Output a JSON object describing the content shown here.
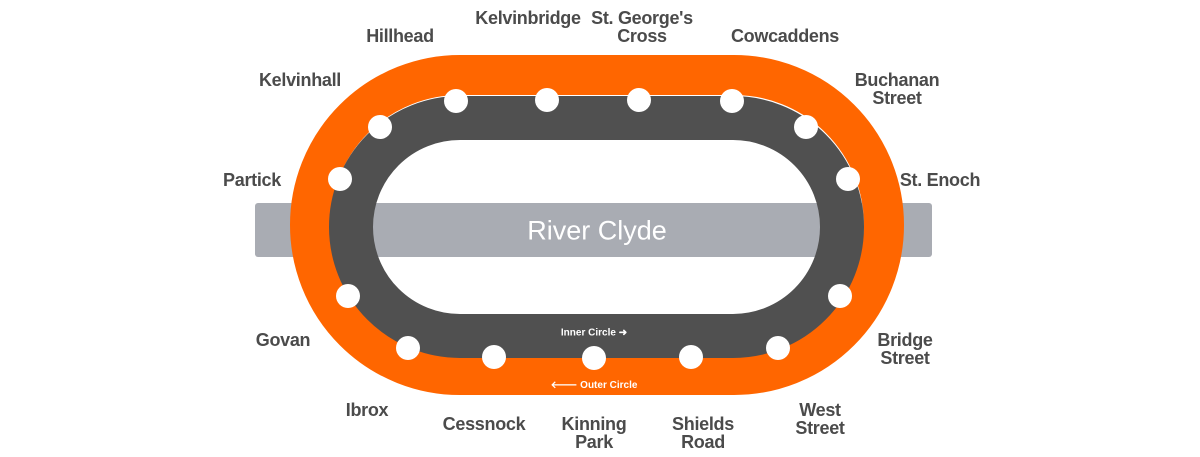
{
  "river": {
    "label": "River Clyde"
  },
  "directions": {
    "inner": "Inner Circle ➜",
    "outer": "🡐 Outer Circle"
  },
  "colors": {
    "outer_line": "#ff6600",
    "inner_line": "#505050",
    "river": "#a9acb3",
    "label": "#4b4b4b"
  },
  "stations": [
    {
      "name": "Hillhead"
    },
    {
      "name": "Kelvinbridge"
    },
    {
      "name": "St. George's\nCross"
    },
    {
      "name": "Cowcaddens"
    },
    {
      "name": "Kelvinhall"
    },
    {
      "name": "Buchanan\nStreet"
    },
    {
      "name": "Partick"
    },
    {
      "name": "St. Enoch"
    },
    {
      "name": "Govan"
    },
    {
      "name": "Bridge\nStreet"
    },
    {
      "name": "Ibrox"
    },
    {
      "name": "Cessnock"
    },
    {
      "name": "Kinning\nPark"
    },
    {
      "name": "Shields\nRoad"
    },
    {
      "name": "West\nStreet"
    }
  ]
}
